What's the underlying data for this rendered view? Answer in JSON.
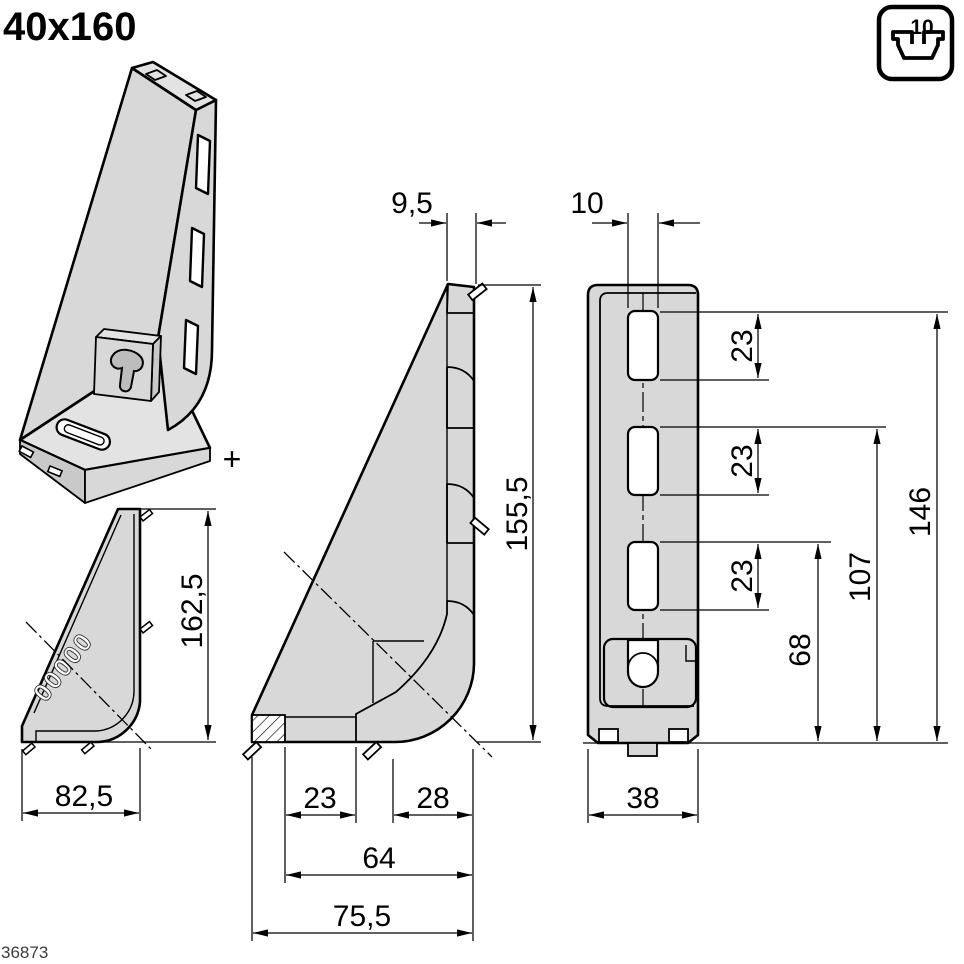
{
  "title": "40x160",
  "footer_code": "36873",
  "plus_symbol": "+",
  "icon": {
    "label": "10"
  },
  "dims": {
    "side_height": "162,5",
    "side_width": "82,5",
    "wall_thickness": "9,5",
    "section_height": "155,5",
    "recess_width": "23",
    "fillet_width": "28",
    "base_inner_width": "64",
    "base_width": "75,5",
    "slot_width": "10",
    "slot_pitch": "23",
    "keyhole_top_height": "68",
    "mid_slot_height": "107",
    "top_slot_height": "146",
    "front_width": "38",
    "cast_text": "00000"
  }
}
